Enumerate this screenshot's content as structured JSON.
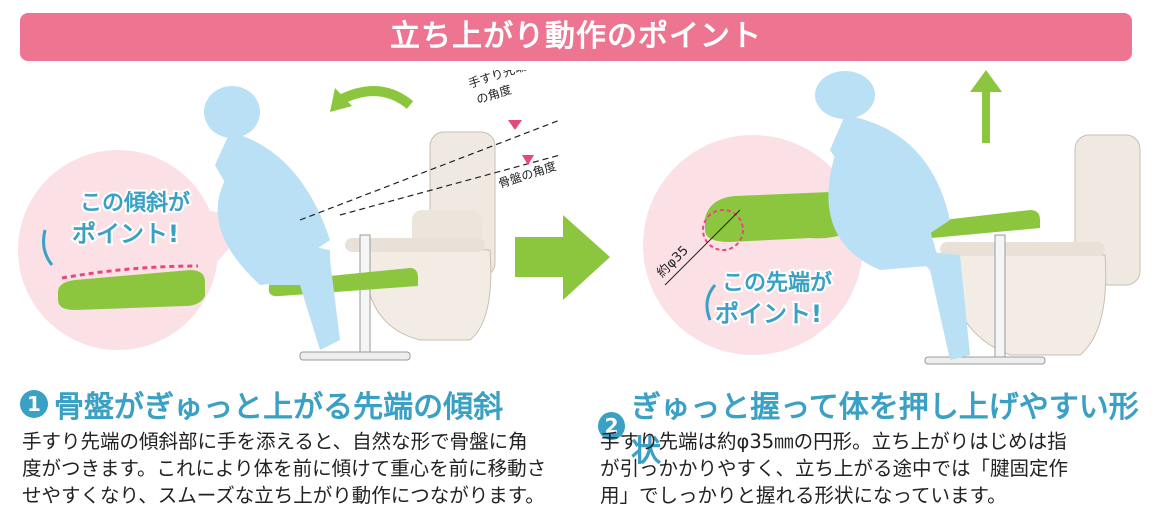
{
  "banner": {
    "title": "立ち上がり動作のポイント",
    "color": "#ee7592"
  },
  "panel1": {
    "callout_line1": "この傾斜が",
    "callout_line2": "ポイント!",
    "angle_handrail_line1": "手すり先端",
    "angle_handrail_line2": "の角度",
    "angle_pelvis": "骨盤の角度"
  },
  "panel2": {
    "diameter_label": "約φ35",
    "callout_line1": "この先端が",
    "callout_line2": "ポイント!"
  },
  "section1": {
    "number": "1",
    "heading": "骨盤がぎゅっと上がる先端の傾斜",
    "body_lines": [
      "手すり先端の傾斜部に手を添えると、自然な形で骨盤に角",
      "度がつきます。これにより体を前に傾けて重心を前に移動さ",
      "せやすくなり、スムーズな立ち上がり動作につながります。"
    ]
  },
  "section2": {
    "number": "2",
    "heading": "ぎゅっと握って体を押し上げやすい形状",
    "body_lines": [
      "手すり先端は約φ35㎜の円形。立ち上がりはじめは指",
      "が引っかかりやすく、立ち上がる途中では「腱固定作",
      "用」でしっかりと握れる形状になっています。"
    ]
  },
  "colors": {
    "heading": "#3aa0c4",
    "accent_green": "#8cc63f",
    "pink": "#e8477d",
    "figure_blue": "#b9e0f4",
    "circle_pink": "#fbe1e6"
  }
}
